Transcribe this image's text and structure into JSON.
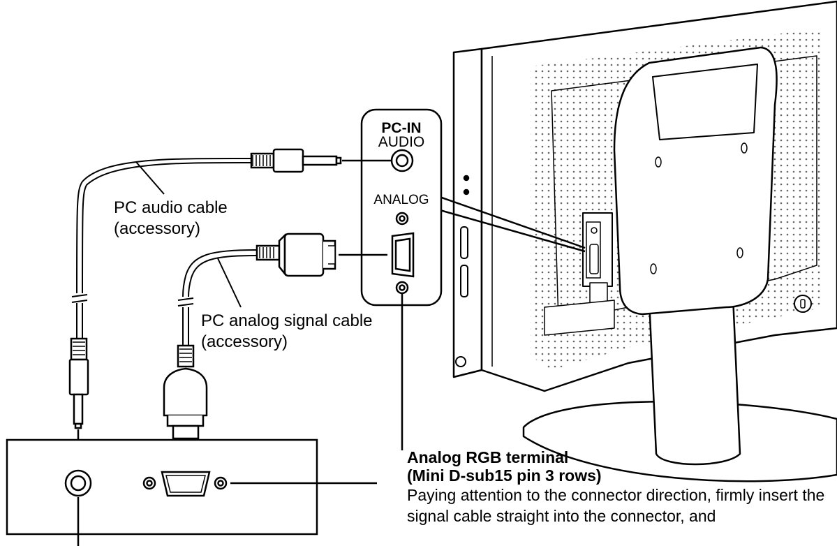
{
  "panel": {
    "title": "PC-IN",
    "audio_label": "AUDIO",
    "analog_label": "ANALOG"
  },
  "cables": {
    "audio": {
      "name": "PC audio cable",
      "note": "(accessory)"
    },
    "analog": {
      "name": "PC analog signal cable",
      "note": "(accessory)"
    }
  },
  "terminal": {
    "title": "Analog RGB terminal",
    "subtitle": "(Mini D-sub15 pin 3 rows)",
    "description": "Paying attention to the connector direction, firmly insert the signal cable straight into the connector, and"
  },
  "colors": {
    "line": "#000000",
    "background": "#ffffff",
    "texture": "#666666"
  }
}
